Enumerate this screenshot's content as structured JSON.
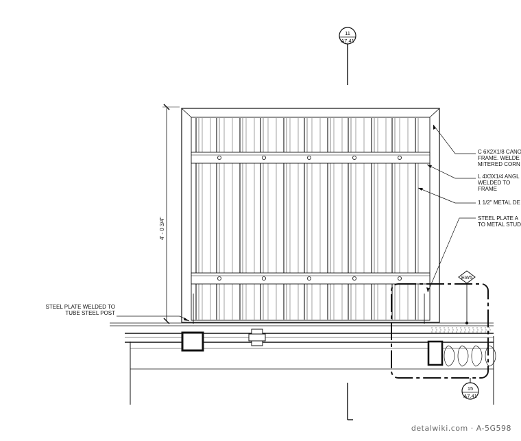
{
  "callouts": {
    "top": {
      "number": "11",
      "sheet": "A7.41"
    },
    "bottom": {
      "number": "15",
      "sheet": "A7.41"
    },
    "tag": "EW5"
  },
  "dimension": "4' - 0 3/4\"",
  "notes": {
    "left": [
      "STEEL PLATE WELDED TO",
      "TUBE STEEL POST"
    ],
    "right_1": [
      "C 6X2X1/8 CANO",
      "FRAME. WELDE",
      "MITERED CORN"
    ],
    "right_2": [
      "L 4X3X1/4 ANGL",
      "WELDED TO",
      "FRAME"
    ],
    "right_3": [
      "1 1/2\" METAL DE"
    ],
    "right_4": [
      "STEEL PLATE A",
      "TO METAL STUD"
    ]
  },
  "watermark": "detalwiki.com · A-5G598"
}
